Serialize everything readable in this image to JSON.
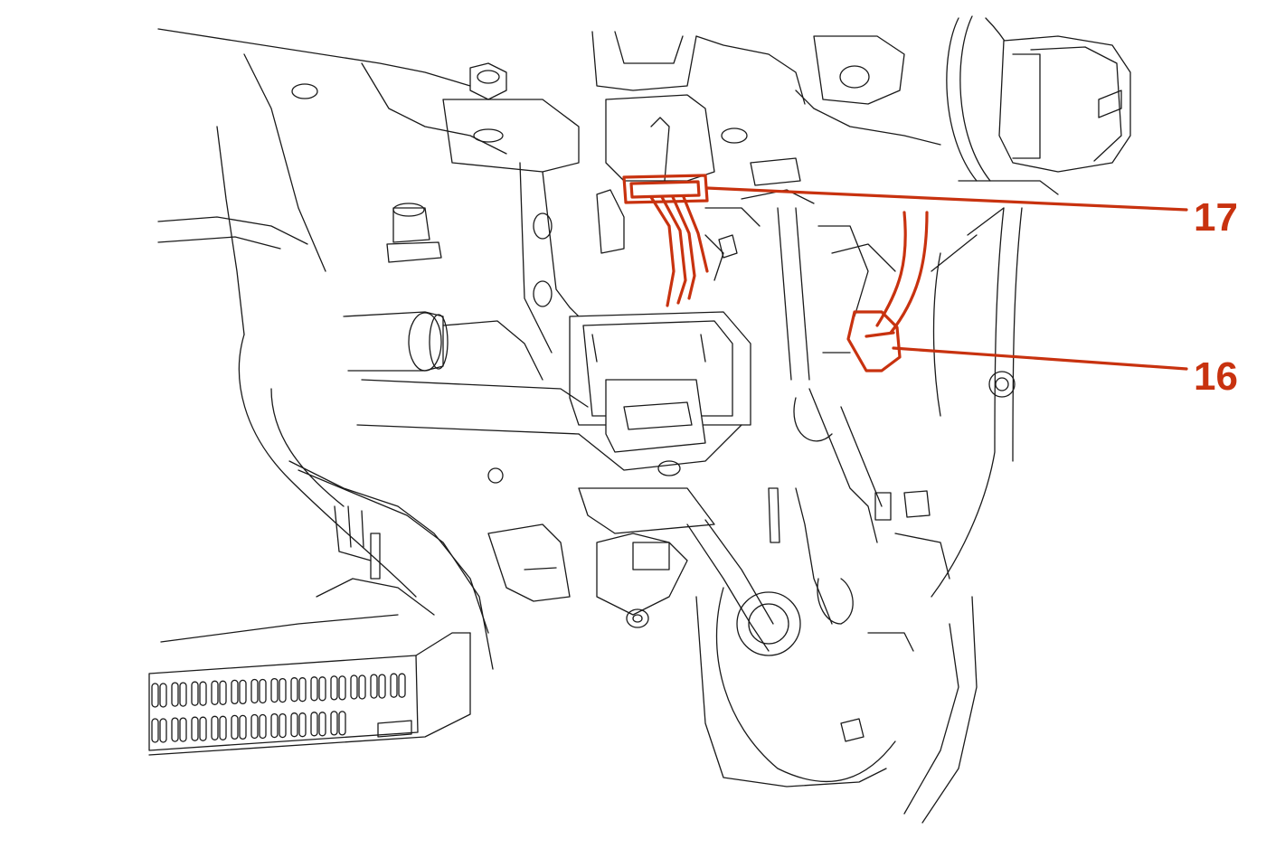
{
  "colors": {
    "highlight": "#c8320f",
    "linework": "#1a1a1a",
    "background": "#ffffff"
  },
  "callouts": [
    {
      "id": "17",
      "label": "17"
    },
    {
      "id": "16",
      "label": "16"
    }
  ]
}
